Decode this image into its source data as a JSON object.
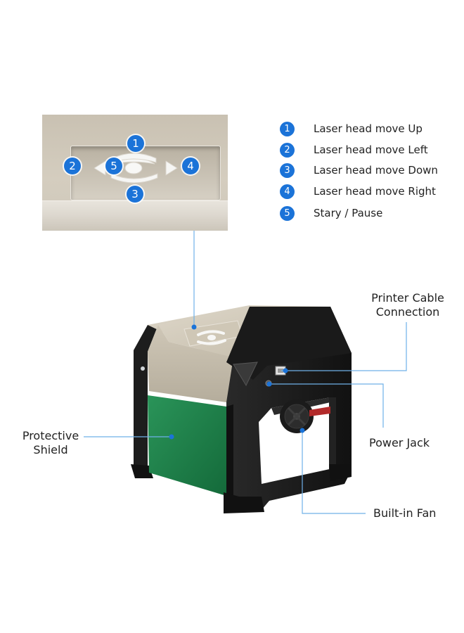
{
  "panel_badges": [
    "1",
    "2",
    "3",
    "4",
    "5"
  ],
  "legend": [
    {
      "num": "1",
      "label": "Laser head move Up"
    },
    {
      "num": "2",
      "label": "Laser head move Left"
    },
    {
      "num": "3",
      "label": "Laser head move Down"
    },
    {
      "num": "4",
      "label": "Laser head move Right"
    },
    {
      "num": "5",
      "label": "Stary / Pause"
    }
  ],
  "callouts": {
    "printer_cable_line1": "Printer Cable",
    "printer_cable_line2": "Connection",
    "power_jack": "Power Jack",
    "builtin_fan": "Built-in Fan",
    "shield_line1": "Protective",
    "shield_line2": "Shield"
  },
  "colors": {
    "badge_blue": "#1b73d8",
    "leader_blue": "#6fb1e8",
    "shield_green": "#1f7f4a",
    "frame_black": "#1c1c1c",
    "panel_champagne": "#d2cbbd"
  }
}
